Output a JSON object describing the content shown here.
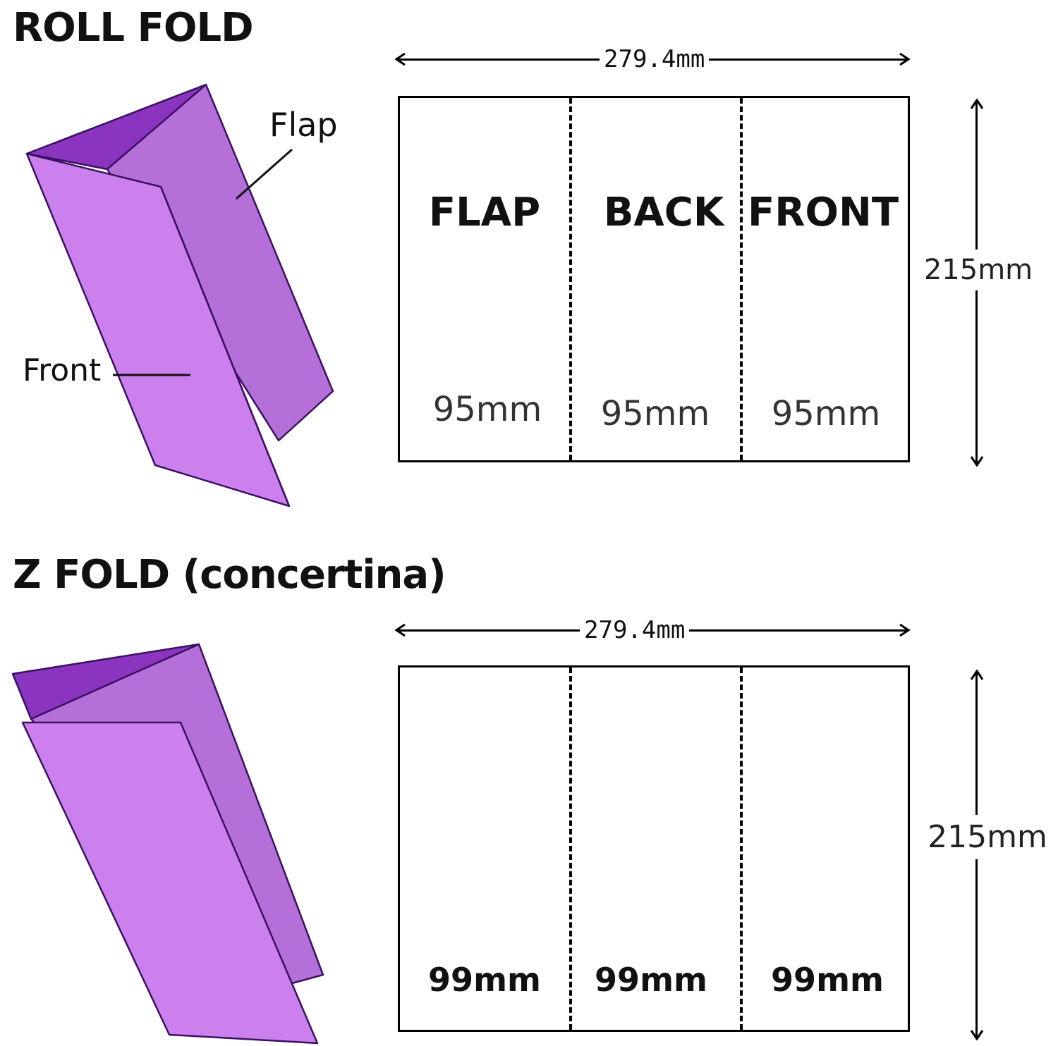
{
  "roll_fold": {
    "title": "ROLL FOLD",
    "width_label": "279.4mm",
    "height_label": "215mm",
    "callout_flap": "Flap",
    "callout_front": "Front",
    "panels": [
      {
        "name": "FLAP",
        "size": "95mm"
      },
      {
        "name": "BACK",
        "size": "95mm"
      },
      {
        "name": "FRONT",
        "size": "95mm"
      }
    ]
  },
  "z_fold": {
    "title": "Z FOLD (concertina)",
    "width_label": "279.4mm",
    "height_label": "215mm",
    "panels": [
      {
        "size": "99mm"
      },
      {
        "size": "99mm"
      },
      {
        "size": "99mm"
      }
    ]
  },
  "colors": {
    "panel_light": "#cc80ee",
    "panel_mid": "#b46fd8",
    "panel_dark": "#8a34c0"
  }
}
